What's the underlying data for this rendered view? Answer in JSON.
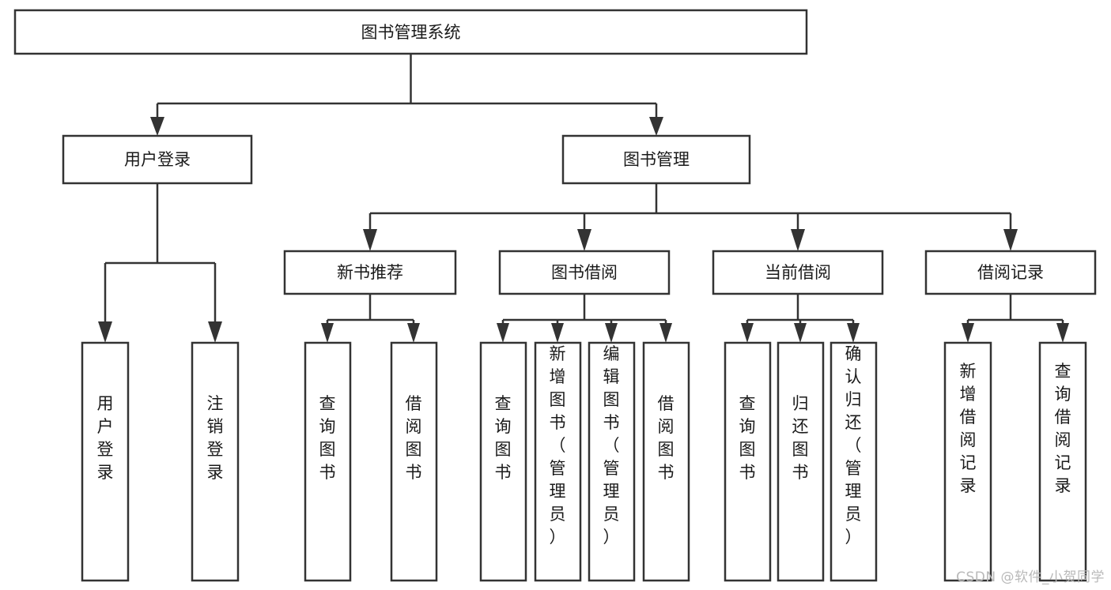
{
  "diagram": {
    "type": "tree-hierarchy-chart",
    "title": "图书管理系统",
    "orientation": "top-down",
    "colors": {
      "box_stroke": "#333333",
      "box_fill": "#ffffff",
      "connector": "#333333",
      "text": "#1a1a1a",
      "watermark": "#b9b9b9",
      "background": "#ffffff"
    },
    "root": {
      "label": "图书管理系统",
      "text_orientation": "horizontal"
    },
    "level2": [
      {
        "id": "user-login",
        "label": "用户登录",
        "text_orientation": "horizontal"
      },
      {
        "id": "book-management",
        "label": "图书管理",
        "text_orientation": "horizontal"
      }
    ],
    "level3": [
      {
        "id": "new-book-recommend",
        "label": "新书推荐",
        "parent": "book-management",
        "text_orientation": "horizontal"
      },
      {
        "id": "book-borrow",
        "label": "图书借阅",
        "parent": "book-management",
        "text_orientation": "horizontal"
      },
      {
        "id": "current-borrow",
        "label": "当前借阅",
        "parent": "book-management",
        "text_orientation": "horizontal"
      },
      {
        "id": "borrow-record",
        "label": "借阅记录",
        "parent": "book-management",
        "text_orientation": "horizontal"
      }
    ],
    "leaves": [
      {
        "id": "leaf-user-login",
        "label": "用户登录",
        "parent": "user-login",
        "text_orientation": "vertical"
      },
      {
        "id": "leaf-user-logout",
        "label": "注销登录",
        "parent": "user-login",
        "text_orientation": "vertical"
      },
      {
        "id": "leaf-query-book-1",
        "label": "查询图书",
        "parent": "new-book-recommend",
        "text_orientation": "vertical"
      },
      {
        "id": "leaf-borrow-book-1",
        "label": "借阅图书",
        "parent": "new-book-recommend",
        "text_orientation": "vertical"
      },
      {
        "id": "leaf-query-book-2",
        "label": "查询图书",
        "parent": "book-borrow",
        "text_orientation": "vertical"
      },
      {
        "id": "leaf-add-book",
        "label": "新增图书（管理员）",
        "parent": "book-borrow",
        "text_orientation": "vertical"
      },
      {
        "id": "leaf-edit-book",
        "label": "编辑图书（管理员）",
        "parent": "book-borrow",
        "text_orientation": "vertical"
      },
      {
        "id": "leaf-borrow-book-2",
        "label": "借阅图书",
        "parent": "book-borrow",
        "text_orientation": "vertical"
      },
      {
        "id": "leaf-query-book-3",
        "label": "查询图书",
        "parent": "current-borrow",
        "text_orientation": "vertical"
      },
      {
        "id": "leaf-return-book",
        "label": "归还图书",
        "parent": "current-borrow",
        "text_orientation": "vertical"
      },
      {
        "id": "leaf-confirm-return",
        "label": "确认归还（管理员）",
        "parent": "current-borrow",
        "text_orientation": "vertical"
      },
      {
        "id": "leaf-add-record",
        "label": "新增借阅记录",
        "parent": "borrow-record",
        "text_orientation": "vertical"
      },
      {
        "id": "leaf-query-record",
        "label": "查询借阅记录",
        "parent": "borrow-record",
        "text_orientation": "vertical"
      }
    ],
    "watermark": "CSDN @软件_小贺同学"
  }
}
